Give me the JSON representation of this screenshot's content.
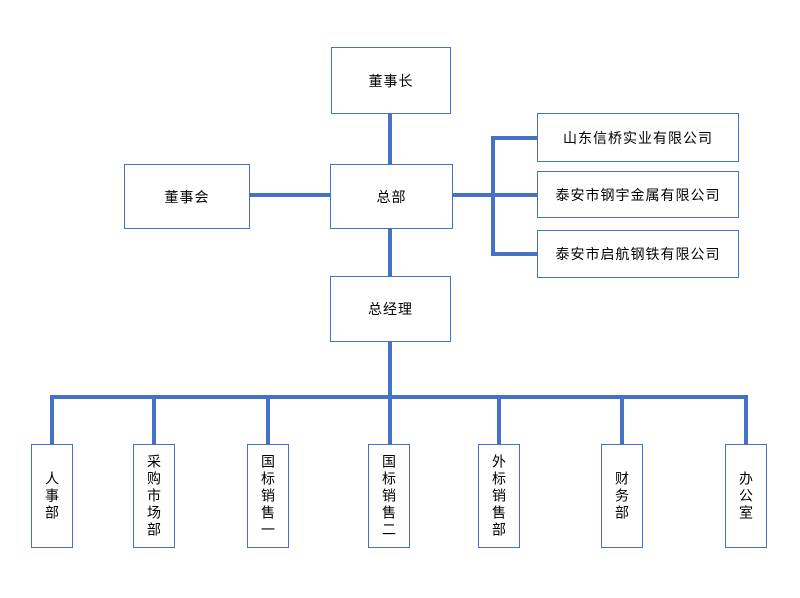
{
  "diagram_type": "organization-chart",
  "nodes": {
    "chairman": {
      "label": "董事长"
    },
    "board": {
      "label": "董事会"
    },
    "headquarters": {
      "label": "总部"
    },
    "general_manager": {
      "label": "总经理"
    },
    "subsidiaries": [
      {
        "label": "山东信桥实业有限公司"
      },
      {
        "label": "泰安市钢宇金属有限公司"
      },
      {
        "label": "泰安市启航钢铁有限公司"
      }
    ],
    "departments": [
      {
        "label": "人事部"
      },
      {
        "label": "采购市场部"
      },
      {
        "label": "国标销售一"
      },
      {
        "label": "国标销售二"
      },
      {
        "label": "外标销售部"
      },
      {
        "label": "财务部"
      },
      {
        "label": "办公室"
      }
    ]
  },
  "relations": [
    {
      "from": "董事长",
      "to": "总部"
    },
    {
      "from": "董事会",
      "to": "总部"
    },
    {
      "from": "总部",
      "to": "山东信桥实业有限公司"
    },
    {
      "from": "总部",
      "to": "泰安市钢宇金属有限公司"
    },
    {
      "from": "总部",
      "to": "泰安市启航钢铁有限公司"
    },
    {
      "from": "总部",
      "to": "总经理"
    },
    {
      "from": "总经理",
      "to": "人事部"
    },
    {
      "from": "总经理",
      "to": "采购市场部"
    },
    {
      "from": "总经理",
      "to": "国标销售一"
    },
    {
      "from": "总经理",
      "to": "国标销售二"
    },
    {
      "from": "总经理",
      "to": "外标销售部"
    },
    {
      "from": "总经理",
      "to": "财务部"
    },
    {
      "from": "总经理",
      "to": "办公室"
    }
  ],
  "colors": {
    "box_border": "#4472c4",
    "connector": "#4472c4",
    "background": "#ffffff",
    "text": "#000000"
  }
}
